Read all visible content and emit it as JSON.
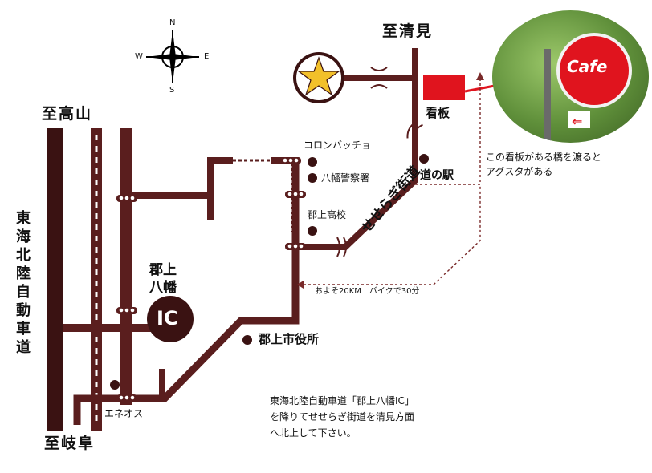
{
  "compass": {
    "n": "N",
    "s": "S",
    "e": "E",
    "w": "W"
  },
  "directions": {
    "to_kiyomi": "至清見",
    "to_takayama": "至高山",
    "to_gifu": "至岐阜"
  },
  "expressway": "東海北陸自動車道",
  "ic_name": "郡上\n八幡",
  "ic_badge": "IC",
  "sign_label": "看板",
  "road_name": "せせらぎ街道",
  "landmarks": {
    "colombaccio": "コロンバッチョ",
    "police": "八幡警察署",
    "michinoeki": "道の駅",
    "highschool": "郡上高校",
    "city_hall": "郡上市役所",
    "eneos": "エネオス"
  },
  "route_note": "およそ20KM　バイクで30分",
  "photo_caption": "この看板がある橋を渡ると\nアグスタがある",
  "photo_sign_text": "Cafe",
  "directions_note": "東海北陸自動車道「郡上八幡IC」\nを降りてせせらぎ街道を清見方面\nへ北上して下さい。",
  "colors": {
    "road": "#5a1e1e",
    "sign": "#e0141e",
    "star": "#f2c02a",
    "route": "#7a2a2a"
  }
}
